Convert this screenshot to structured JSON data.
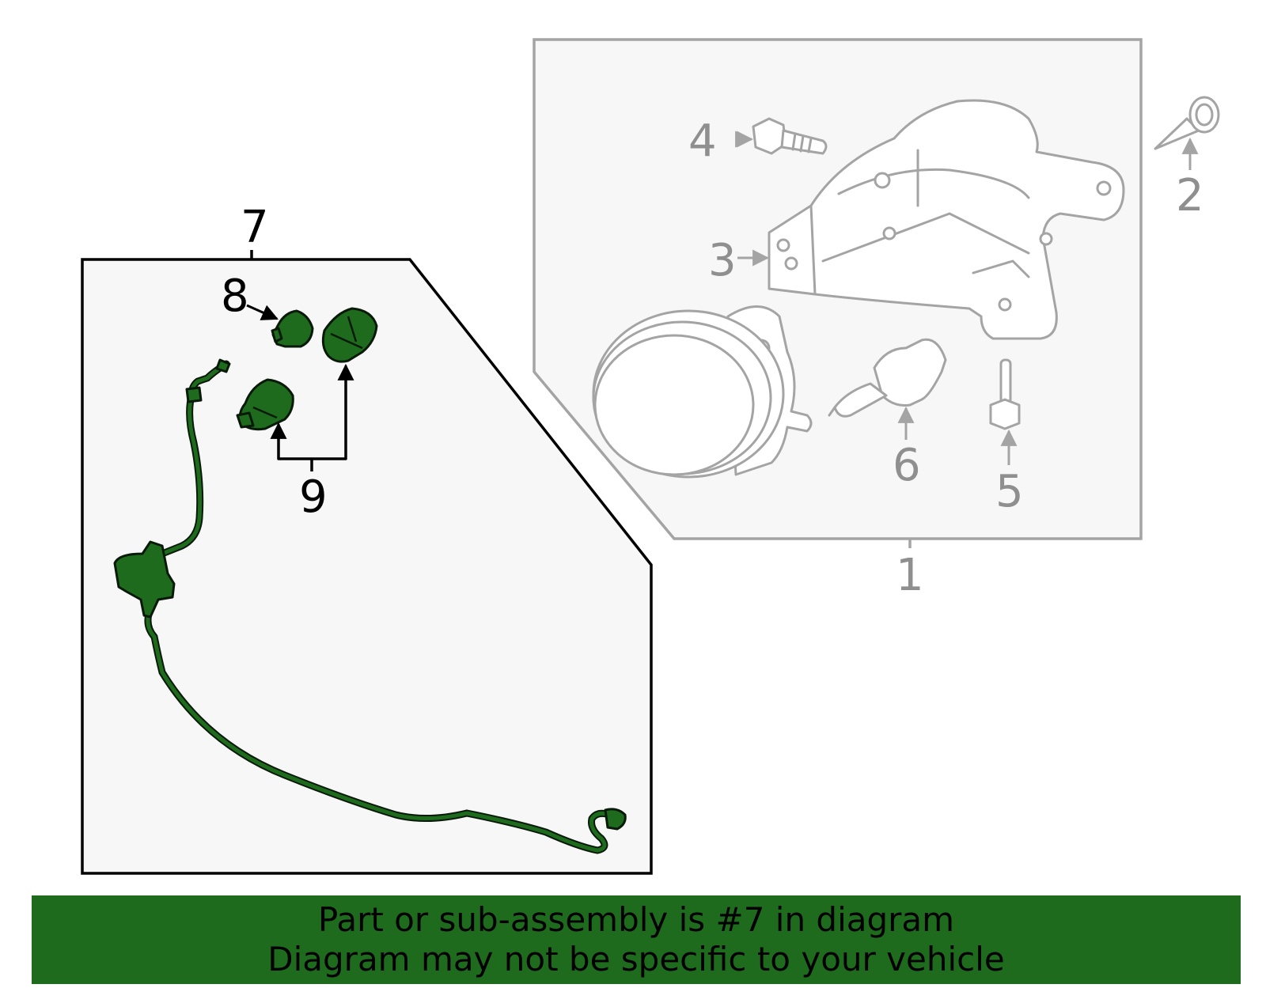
{
  "callouts": {
    "c1": "1",
    "c2": "2",
    "c3": "3",
    "c4": "4",
    "c5": "5",
    "c6": "6",
    "c7": "7",
    "c8": "8",
    "c9": "9"
  },
  "banner": {
    "line1": "Part or sub-assembly is #7 in diagram",
    "line2": "Diagram may not be specific to your vehicle"
  },
  "colors": {
    "highlight": "#1e6b1e",
    "muted": "#a4a4a4",
    "panel": "#f7f7f7"
  }
}
